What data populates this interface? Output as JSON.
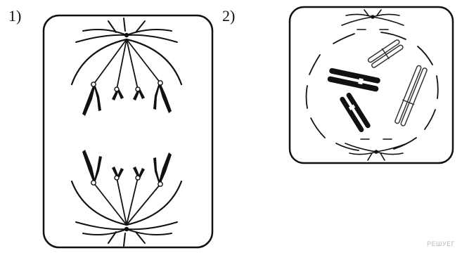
{
  "figure_labels": [
    "1)",
    "2)"
  ],
  "watermark": "РЕШУЕГ",
  "colors": {
    "ink": "#111111",
    "outline": "#333333",
    "frame": "#222222"
  }
}
